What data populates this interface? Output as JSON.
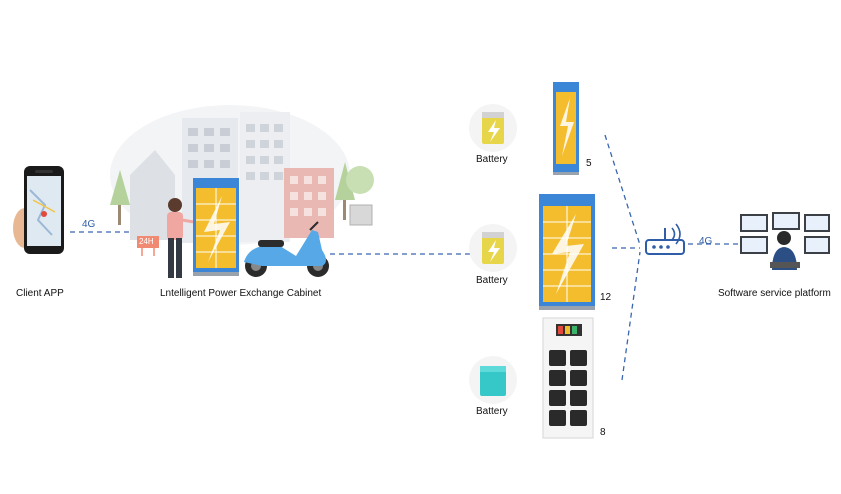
{
  "nodes": {
    "client": {
      "label": "Client APP"
    },
    "cabinet": {
      "label": "Lntelligent Power Exchange Cabinet",
      "sign_24h": "24H"
    },
    "battery_top": {
      "label": "Battery",
      "count": "5"
    },
    "battery_mid": {
      "label": "Battery",
      "count": "12"
    },
    "battery_bot": {
      "label": "Battery",
      "count": "8"
    },
    "platform": {
      "label": "Software service platform"
    }
  },
  "links": {
    "client_to_cabinet": "4G",
    "router_to_platform": "4G"
  },
  "colors": {
    "link": "#3a66b0",
    "cabinet_yellow": "#f3bd2e",
    "cabinet_blue": "#3b86d6",
    "scooter": "#57a8e6",
    "router": "#2f5da8"
  }
}
